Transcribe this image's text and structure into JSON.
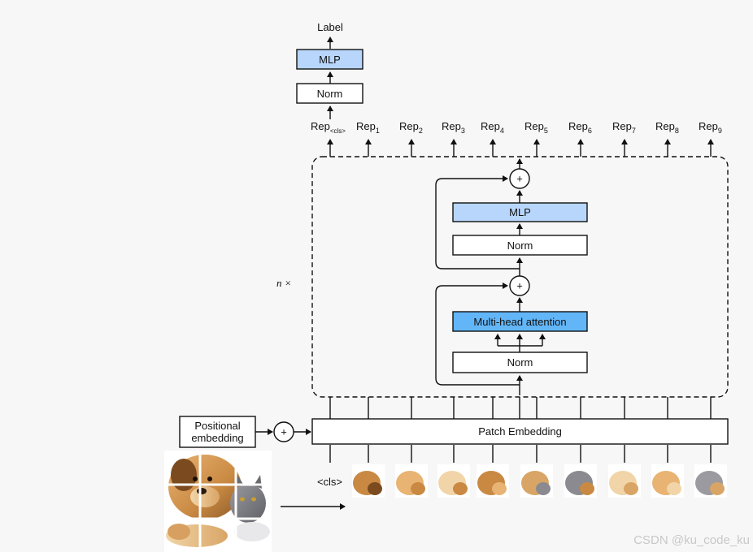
{
  "top": {
    "label": "Label",
    "mlp": "MLP",
    "norm": "Norm"
  },
  "reps": {
    "cls": {
      "base": "Rep",
      "sub": "<cls>"
    },
    "items": [
      {
        "base": "Rep",
        "sub": "1"
      },
      {
        "base": "Rep",
        "sub": "2"
      },
      {
        "base": "Rep",
        "sub": "3"
      },
      {
        "base": "Rep",
        "sub": "4"
      },
      {
        "base": "Rep",
        "sub": "5"
      },
      {
        "base": "Rep",
        "sub": "6"
      },
      {
        "base": "Rep",
        "sub": "7"
      },
      {
        "base": "Rep",
        "sub": "8"
      },
      {
        "base": "Rep",
        "sub": "9"
      }
    ]
  },
  "block": {
    "repeat": "n ×",
    "mlp": "MLP",
    "norm_upper": "Norm",
    "attention": "Multi-head attention",
    "norm_lower": "Norm",
    "plus": "+"
  },
  "embedding": {
    "patch": "Patch Embedding",
    "positional_line1": "Positional",
    "positional_line2": "embedding",
    "plus": "+"
  },
  "tokens": {
    "cls": "<cls>"
  },
  "watermark": "CSDN @ku_code_ku",
  "colors": {
    "mlp_fill": "#b8d6fb",
    "attention_fill": "#62b6f8",
    "stroke": "#111111"
  }
}
